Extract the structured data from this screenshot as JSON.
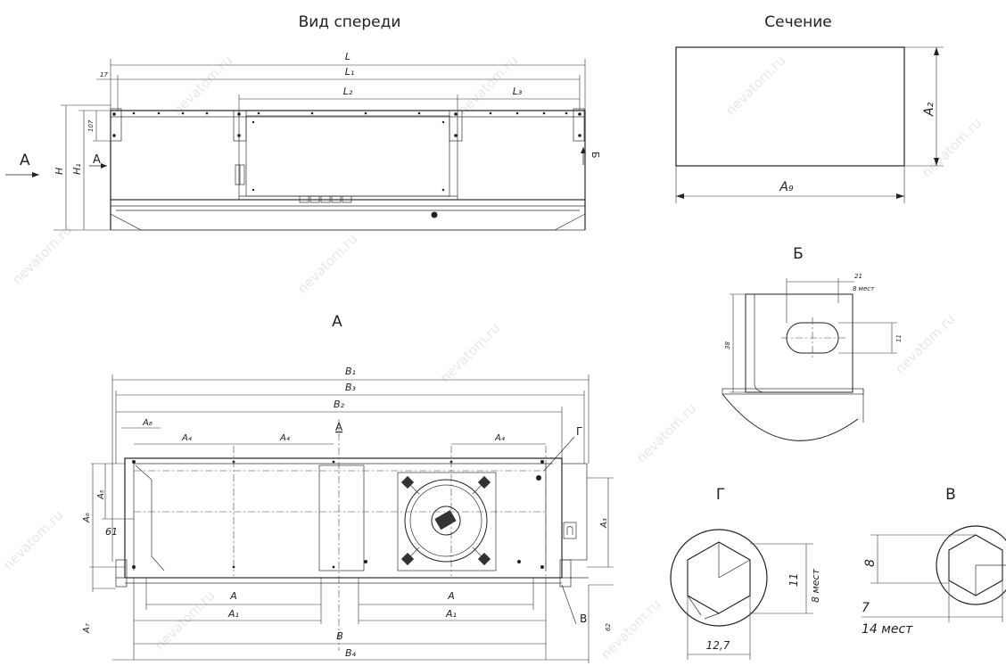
{
  "views": {
    "front": "Вид спереди",
    "section": "Сечение",
    "view_a": "А",
    "view_b": "Б",
    "view_v": "В",
    "view_g": "Г"
  },
  "front_dims": {
    "L": "L",
    "L1": "L₁",
    "L2": "L₂",
    "L3": "L₃",
    "H": "H",
    "H1": "H₁",
    "d17": "17",
    "d107": "107",
    "arrowA": "А",
    "arrowA2": "А",
    "arrowB": "Б"
  },
  "section_dims": {
    "A2": "A₂",
    "A9": "A₉"
  },
  "b_dims": {
    "d21": "21",
    "d8": "8 мест",
    "d38": "38",
    "d11": "11"
  },
  "a_dims": {
    "B1": "B₁",
    "B3": "B₃",
    "B2": "B₂",
    "B": "B",
    "B4": "B₄",
    "A8": "A₈",
    "A4a": "A₄",
    "A4b": "A₄",
    "A4c": "A₄",
    "Aul": "A",
    "A5": "A₅",
    "A6": "A₆",
    "A3": "A₃",
    "A7": "A₇",
    "d61": "61",
    "d62": "62",
    "A_left": "A",
    "A1_left": "A₁",
    "A_right": "A",
    "A1_right": "A₁",
    "G": "Г",
    "V": "В"
  },
  "g_dims": {
    "d11": "11",
    "d8m": "8 мест",
    "d127": "12,7"
  },
  "v_dims": {
    "d8": "8",
    "d7": "7",
    "d14": "14 мест"
  },
  "watermark": "nevatom.ru"
}
